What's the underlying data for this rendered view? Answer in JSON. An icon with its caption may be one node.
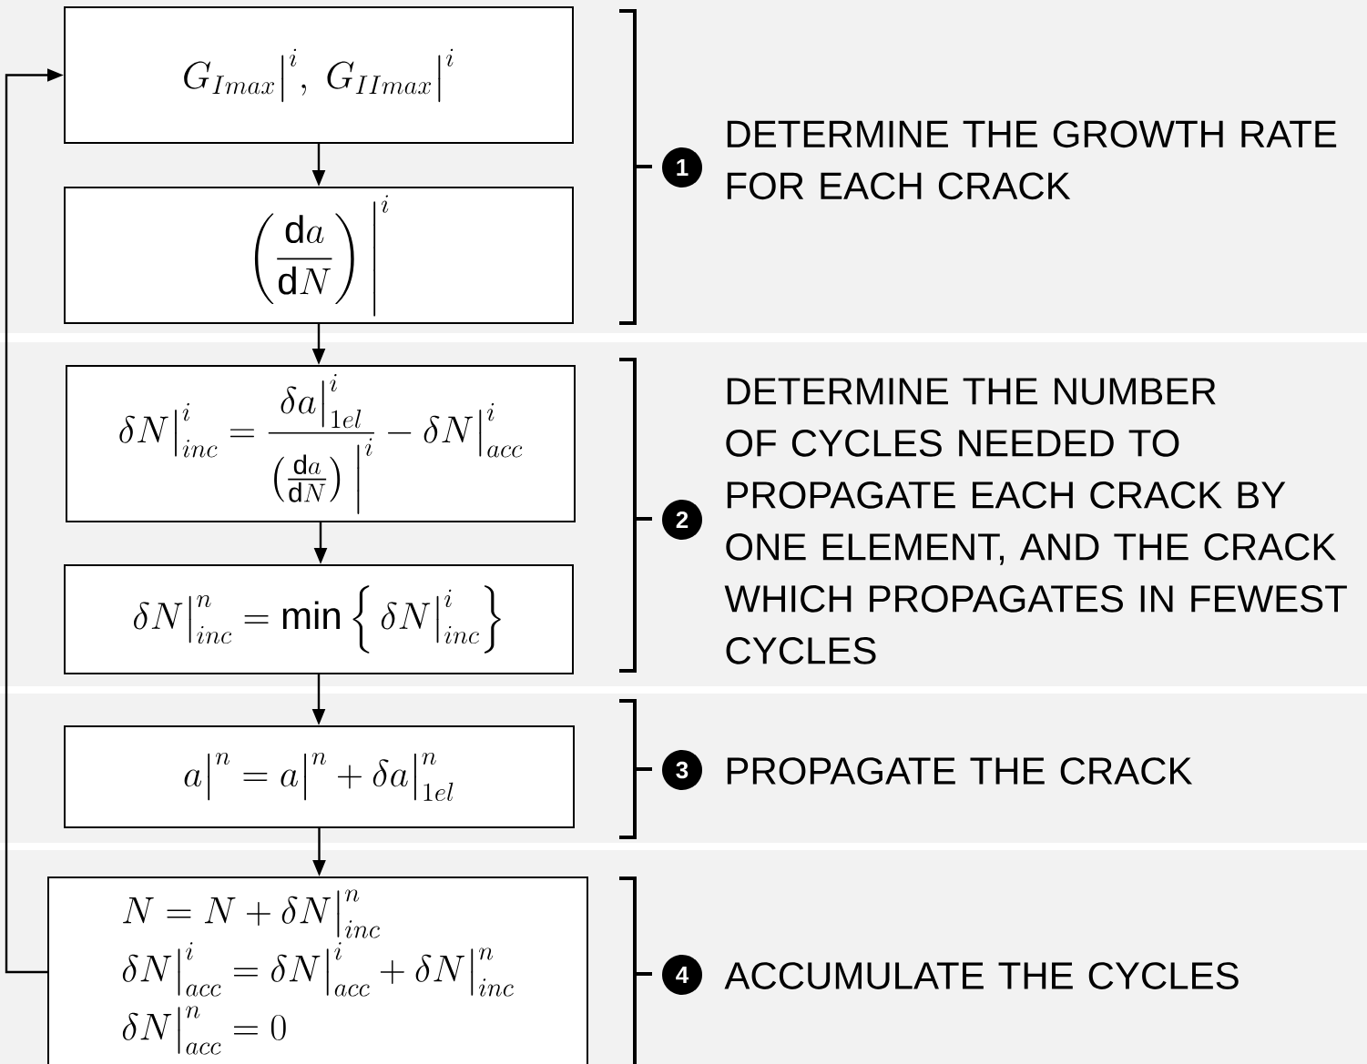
{
  "diagram": {
    "nodes": [
      {
        "text": [
          "G_{Imax}\\big|^{i},\\; G_{IImax}\\big|^{i}"
        ]
      },
      {
        "text": [
          "\\left(\\frac{\\mathrm{d}a}{\\mathrm{d}N}\\right)\\Bigg|^{i}"
        ]
      },
      {
        "text": [
          "\\delta N\\big|^{i}_{inc} = \\frac{\\delta a\\big|^{i}_{1el}}{\\left(\\frac{\\mathrm{d}a}{\\mathrm{d}N}\\right)\\Big|^{i}} - \\delta N\\big|^{i}_{acc}"
        ]
      },
      {
        "text": [
          "\\delta N\\big|^{n}_{inc} = \\min\\left\\{\\,\\delta N\\big|^{i}_{inc}\\right\\}"
        ]
      },
      {
        "text": [
          "a\\big|^{n} = a\\big|^{n} + \\delta a\\big|^{n}_{1el}"
        ]
      },
      {
        "text": [
          "N = N + \\delta N\\big|^{n}_{inc}",
          "\\delta N\\big|^{i}_{acc} = \\delta N\\big|^{i}_{acc} + \\delta N\\big|^{n}_{inc}",
          "\\delta N\\big|^{n}_{acc} = 0"
        ]
      }
    ],
    "edges": [
      {
        "from": 0,
        "to": 1,
        "arrow": "to"
      },
      {
        "from": 1,
        "to": 2,
        "arrow": "to"
      },
      {
        "from": 2,
        "to": 3,
        "arrow": "to"
      },
      {
        "from": 3,
        "to": 4,
        "arrow": "to"
      },
      {
        "from": 4,
        "to": 5,
        "arrow": "to"
      },
      {
        "from": 5,
        "to": 0,
        "arrow": "to"
      }
    ],
    "labels": [
      "1",
      "DETERMINE THE GROWTH RATE FOR EACH CRACK",
      "2",
      "DETERMINE THE NUMBER OF CYCLES NEEDED TO PROPAGATE EACH CRACK BY ONE ELEMENT, AND THE CRACK WHICH PROPAGATES IN FEWEST CYCLES",
      "3",
      "PROPAGATE THE CRACK",
      "4",
      "ACCUMULATE THE CYCLES"
    ]
  }
}
